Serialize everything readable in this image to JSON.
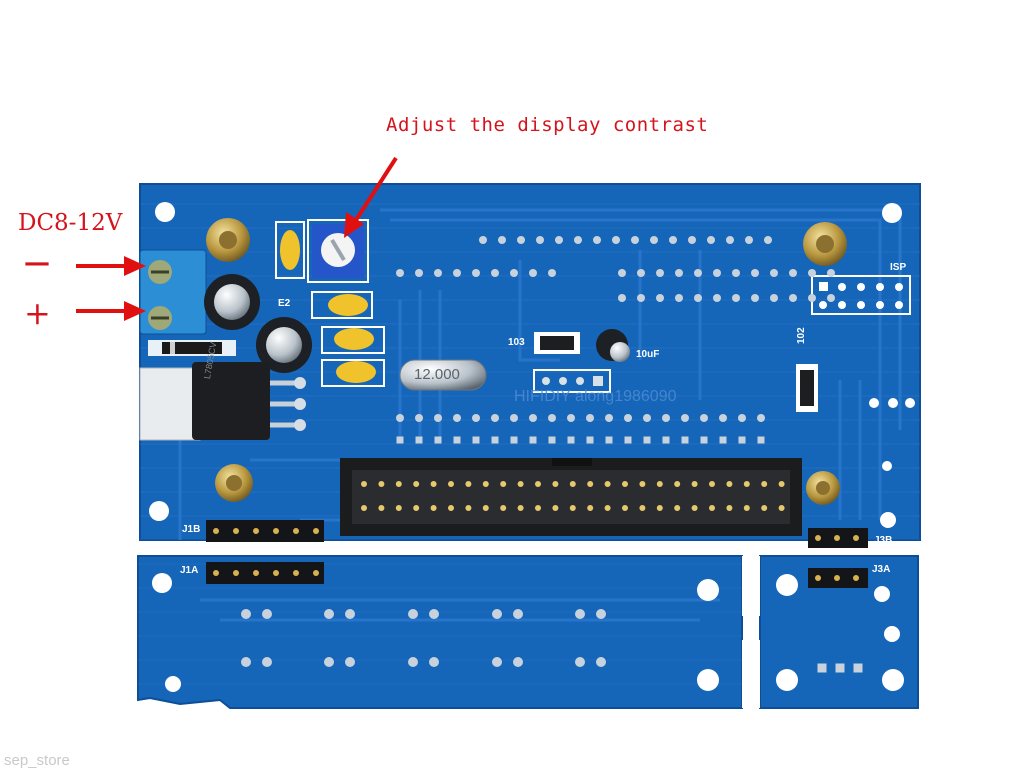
{
  "annotations": {
    "contrast": "Adjust the display contrast",
    "power": "DC8-12V",
    "minus": "—",
    "plus": "+"
  },
  "silkscreen": {
    "isp": "ISP",
    "e2": "E2",
    "r103": "103",
    "r102": "102",
    "cap": "10uF",
    "crystal": "12.000",
    "j1b": "J1B",
    "j1a": "J1A",
    "j3b": "J3B",
    "j3a": "J3A",
    "brand": "HIFIDIY along1986090",
    "regulator": "L7805CV"
  },
  "watermark": "sep_store",
  "colors": {
    "board": "#1565b8",
    "board_edge": "#0d4e97",
    "trace": "#2b7ad0",
    "pad": "#c8d2dc",
    "annotation_red": "#d4141c"
  }
}
